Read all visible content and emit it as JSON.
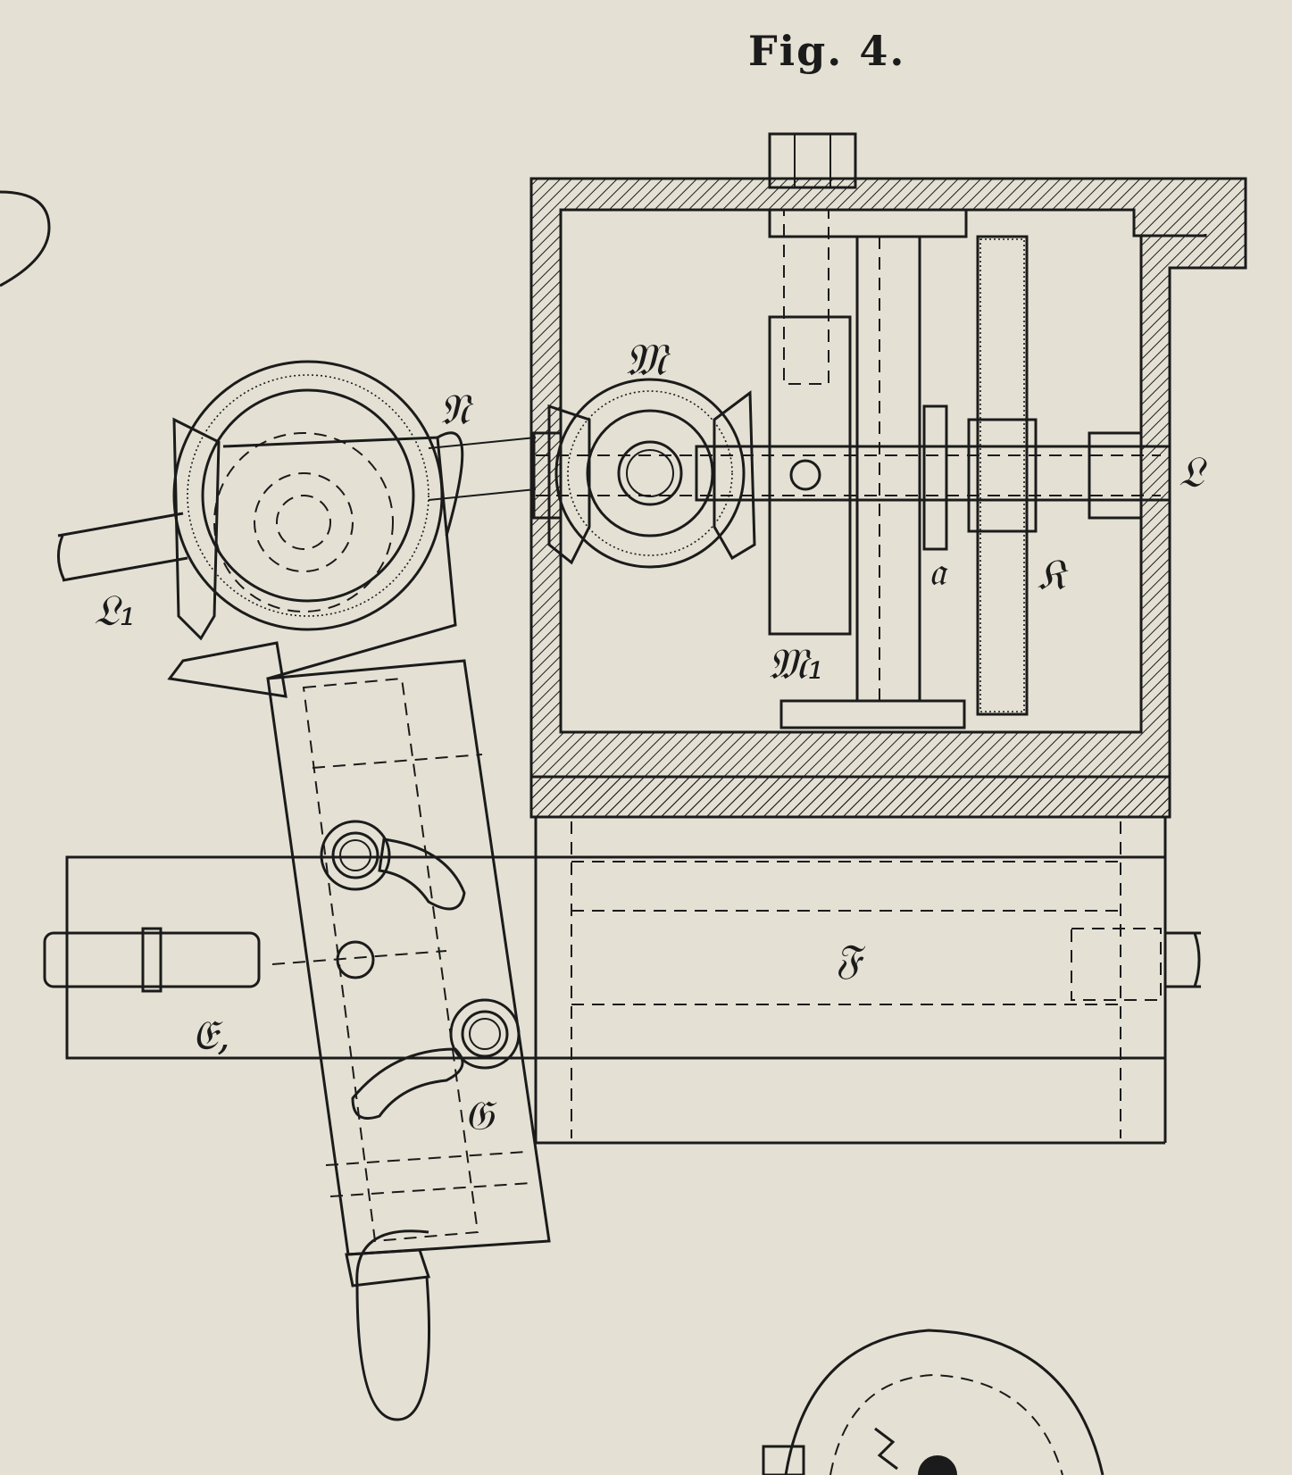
{
  "figure": {
    "title": "Fig. 4."
  },
  "labels": {
    "N": "𝔑",
    "M": "𝔐",
    "L": "𝔏",
    "L1": "𝔏₁",
    "a": "𝔞",
    "K": "𝔎",
    "M1": "𝔐₁",
    "F": "𝔉",
    "E1": "𝔈,",
    "G": "𝔊"
  },
  "colors": {
    "paper": "#e4e1d4",
    "ink": "#1b1b1b"
  }
}
